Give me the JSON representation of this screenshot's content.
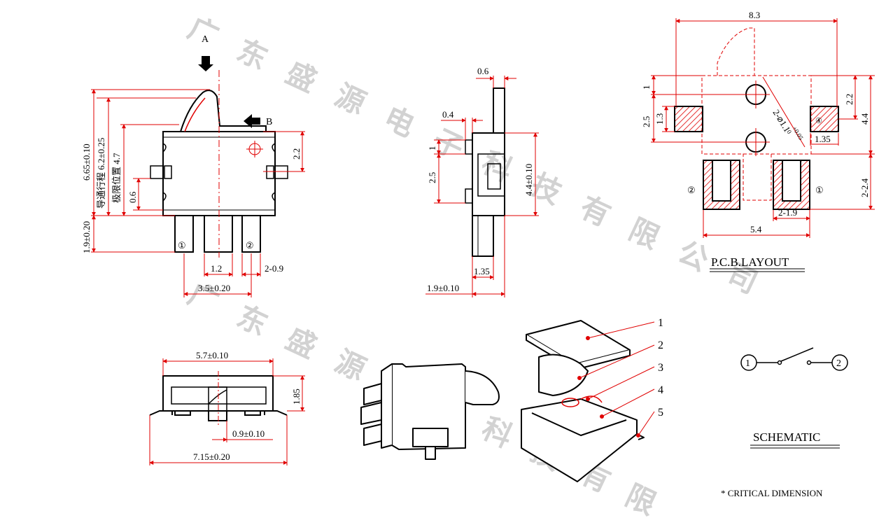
{
  "colors": {
    "dim": "#e00000",
    "part": "#000000",
    "hatch": "#e00000",
    "watermark": "#d2d2d2"
  },
  "watermark": {
    "chars": [
      "广",
      "东",
      "盛",
      "源",
      "电",
      "子",
      "科",
      "技",
      "有",
      "限",
      "公",
      "司"
    ]
  },
  "front_view": {
    "label_a": "A",
    "label_b": "B",
    "dim_665": "6.65±0.10",
    "dim_travel": "导通行程 6.2±0.25",
    "dim_limit": "极限位置 4.7",
    "dim_06": "0.6",
    "dim_19": "1.9±0.20",
    "dim_22": "2.2",
    "dim_12": "1.2",
    "dim_209": "2-0.9",
    "dim_35": "3.5±0.20",
    "pin1": "①",
    "pin2": "②"
  },
  "side_view": {
    "dim_06": "0.6",
    "dim_04": "0.4",
    "dim_1": "1",
    "dim_25": "2.5",
    "dim_44": "4.4±0.10",
    "dim_135": "1.35",
    "dim_19": "1.9±0.10"
  },
  "pcb": {
    "dim_83": "8.3",
    "dim_1": "1",
    "dim_25": "2.5",
    "dim_13": "1.3",
    "dim_22": "2.2",
    "dim_44": "4.4",
    "dim_hole": "2-⌀1.1",
    "dim_hole_tol_upper": "+0.05",
    "dim_hole_tol_lower": "0",
    "dim_135": "1.35",
    "dim_224": "2-2.4",
    "dim_219": "2-1.9",
    "dim_54": "5.4",
    "pad_left": "②",
    "pad_right": "①",
    "pin_mark_4": "④",
    "title": "P.C.B.LAYOUT"
  },
  "bottom_view": {
    "dim_57": "5.7±0.10",
    "dim_185": "1.85",
    "dim_09": "0.9±0.10",
    "dim_715": "7.15±0.20"
  },
  "exploded": {
    "callouts": [
      "1",
      "2",
      "3",
      "4",
      "5"
    ]
  },
  "schematic": {
    "pin1": "1",
    "pin2": "2",
    "title": "SCHEMATIC"
  },
  "note": "* CRITICAL  DIMENSION"
}
